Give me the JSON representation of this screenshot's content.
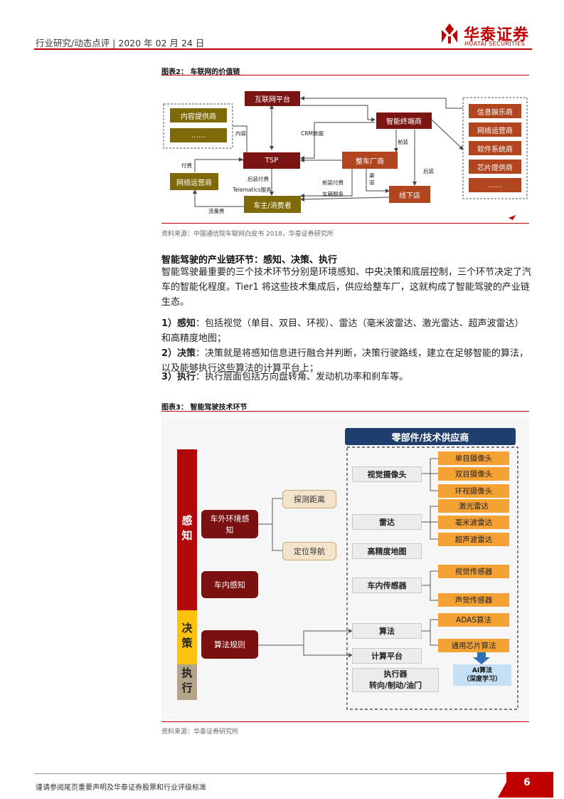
{
  "header": {
    "text": "行业研究/动态点评 | 2020 年 02 月 24 日",
    "logo_cn": "华泰证券",
    "logo_en": "HUATAI SECURITIES"
  },
  "figure2": {
    "title": "图表2： 车联网的价值链",
    "nodes": {
      "internet_platform": "互联网平台",
      "content_provider": "内容提供商",
      "ellipsis": "……",
      "smart_terminal": "智能终端商",
      "tsp": "TSP",
      "oem": "整车厂商",
      "network_operator": "网络运营商",
      "owner": "车主/消费者",
      "dealer": "线下店",
      "right_list": [
        "信息娱乐商",
        "网络运营商",
        "软件系统商",
        "芯片提供商",
        "……"
      ]
    },
    "edge_labels": {
      "content": "内容",
      "crm": "CRM数据",
      "pre_install": "前装",
      "pay": "付费",
      "after_pay": "后装付费",
      "telematics": "Telematics服务",
      "pre_pay": "前装付费",
      "vehicle_service": "车辆服务",
      "channel": "渠道",
      "after_install": "后装",
      "traffic_fee": "流量费"
    },
    "source": "资料来源：中国通信院车联网白皮书 2018，华泰证券研究所"
  },
  "section": {
    "title": "智能驾驶的产业链环节：感知、决策、执行",
    "intro": "智能驾驶最重要的三个技术环节分别是环境感知、中央决策和底层控制，三个环节决定了汽车的智能化程度。Tier1 将这些技术集成后，供应给整车厂，这就构成了智能驾驶的产业链生态。",
    "item1_label": "1）感知",
    "item1_text": "：包括视觉（单目、双目、环视）、雷达（毫米波雷达、激光雷达、超声波雷达）和高精度地图；",
    "item2_label": "2）决策",
    "item2_text": "：决策就是将感知信息进行融合并判断，决策行驶路线，建立在足够智能的算法，以及能够执行这些算法的计算平台上；",
    "item3_label": "3）执行",
    "item3_text": "：执行层面包括方向盘转角、发动机功率和刹车等。"
  },
  "figure3": {
    "title": "图表3： 智能驾驶技术环节",
    "bands": {
      "perception": "感知",
      "decision": "决策",
      "execution": "执行"
    },
    "supplier_header": "零部件/技术供应商",
    "left_boxes": {
      "env": "车外环境感知",
      "in_car": "车内感知",
      "algo": "算法规则"
    },
    "mid_boxes": {
      "distance": "探测距离",
      "nav": "定位导航"
    },
    "gray_boxes": {
      "vision": "视觉摄像头",
      "radar": "雷达",
      "hd_map": "高精度地图",
      "in_sensor": "车内传感器",
      "algorithm": "算法",
      "compute": "计算平台",
      "actuator_1": "执行器",
      "actuator_2": "转向/制动/油门"
    },
    "orange_boxes": {
      "mono": "单目摄像头",
      "stereo": "双目摄像头",
      "surround": "环视摄像头",
      "lidar": "激光雷达",
      "mmwave": "毫米波雷达",
      "ultrasonic": "超声波雷达",
      "visual_sensor": "视觉传感器",
      "audio_sensor": "声觉传感器",
      "adas": "ADAS算法",
      "chip_algo": "通用芯片算法"
    },
    "ai_box": {
      "line1": "AI算法",
      "line2": "（深度学习）"
    },
    "source": "资料来源：华泰证券研究所"
  },
  "footer": {
    "disclaimer": "谨请参阅尾页重要声明及华泰证券股票和行业评级标准",
    "page": "6"
  },
  "colors": {
    "brand_red": "#c00000",
    "dark_red": "#7a1514",
    "olive": "#7f6a09",
    "orange": "#f5a235"
  }
}
